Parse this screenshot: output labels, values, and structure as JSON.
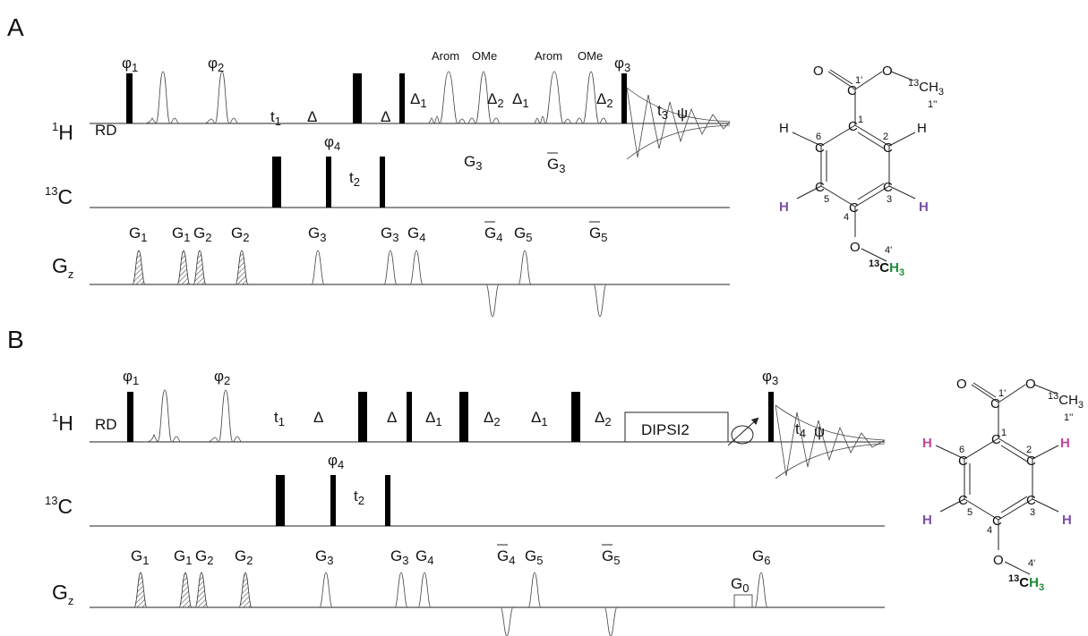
{
  "panels": [
    {
      "letter": "A",
      "channels": {
        "h1_mass": "1",
        "h1_sym": "H",
        "c13_mass": "13",
        "c13_sym": "C",
        "gz_sym": "G",
        "gz_sub": "z"
      },
      "labels": {
        "rd": "RD",
        "phi1": "φ",
        "phi1_sub": "1",
        "phi2": "φ",
        "phi2_sub": "2",
        "phi3": "φ",
        "phi3_sub": "3",
        "phi4": "φ",
        "phi4_sub": "4",
        "t1": "t",
        "t1_sub": "1",
        "t2": "t",
        "t2_sub": "2",
        "acq_t": "t",
        "acq_t_sub": "3",
        "psi": "ψ",
        "delta": "Δ",
        "delta1": "Δ",
        "delta1_sub": "1",
        "delta2": "Δ",
        "delta2_sub": "2",
        "arom": "Arom",
        "ome": "OMe",
        "g3_text": "G",
        "g3_text_sub": "3",
        "g3bar_text": "G",
        "g3bar_text_sub": "3"
      },
      "gradients": [
        {
          "t": "G",
          "s": "1"
        },
        {
          "t": "G",
          "s": "1"
        },
        {
          "t": "G",
          "s": "2"
        },
        {
          "t": "G",
          "s": "2"
        },
        {
          "t": "G",
          "s": "3"
        },
        {
          "t": "G",
          "s": "3"
        },
        {
          "t": "G",
          "s": "4"
        },
        {
          "t": "G",
          "s": "4"
        },
        {
          "t": "G",
          "s": "5"
        },
        {
          "t": "G",
          "s": "5"
        }
      ]
    },
    {
      "letter": "B",
      "channels": {
        "h1_mass": "1",
        "h1_sym": "H",
        "c13_mass": "13",
        "c13_sym": "C",
        "gz_sym": "G",
        "gz_sub": "z"
      },
      "labels": {
        "rd": "RD",
        "phi1": "φ",
        "phi1_sub": "1",
        "phi2": "φ",
        "phi2_sub": "2",
        "phi3": "φ",
        "phi3_sub": "3",
        "phi4": "φ",
        "phi4_sub": "4",
        "t1": "t",
        "t1_sub": "1",
        "t2": "t",
        "t2_sub": "2",
        "acq_t": "t",
        "acq_t_sub": "4",
        "psi": "ψ",
        "delta": "Δ",
        "delta1": "Δ",
        "delta1_sub": "1",
        "delta2": "Δ",
        "delta2_sub": "2",
        "dipsi": "DIPSI2"
      },
      "gradients": [
        {
          "t": "G",
          "s": "1"
        },
        {
          "t": "G",
          "s": "1"
        },
        {
          "t": "G",
          "s": "2"
        },
        {
          "t": "G",
          "s": "2"
        },
        {
          "t": "G",
          "s": "3"
        },
        {
          "t": "G",
          "s": "3"
        },
        {
          "t": "G",
          "s": "4"
        },
        {
          "t": "G",
          "s": "4"
        },
        {
          "t": "G",
          "s": "5"
        },
        {
          "t": "G",
          "s": "5"
        },
        {
          "t": "G",
          "s": "0"
        },
        {
          "t": "G",
          "s": "6"
        }
      ]
    }
  ],
  "molecule": {
    "o": "O",
    "c": "C",
    "h": "H",
    "ch3_mass": "13",
    "ch3_c": "CH",
    "ch3_sub": "3",
    "mass13": "13",
    "h3": "H",
    "h3_sub": "3",
    "pos_1p": "1'",
    "pos_1pp": "1''",
    "pos_4p": "4'",
    "n1": "1",
    "n2": "2",
    "n3": "3",
    "n4": "4",
    "n5": "5",
    "n6": "6"
  },
  "colors": {
    "purple": "#7B4FA8",
    "magenta": "#C2479A",
    "green": "#1E8A3A"
  }
}
